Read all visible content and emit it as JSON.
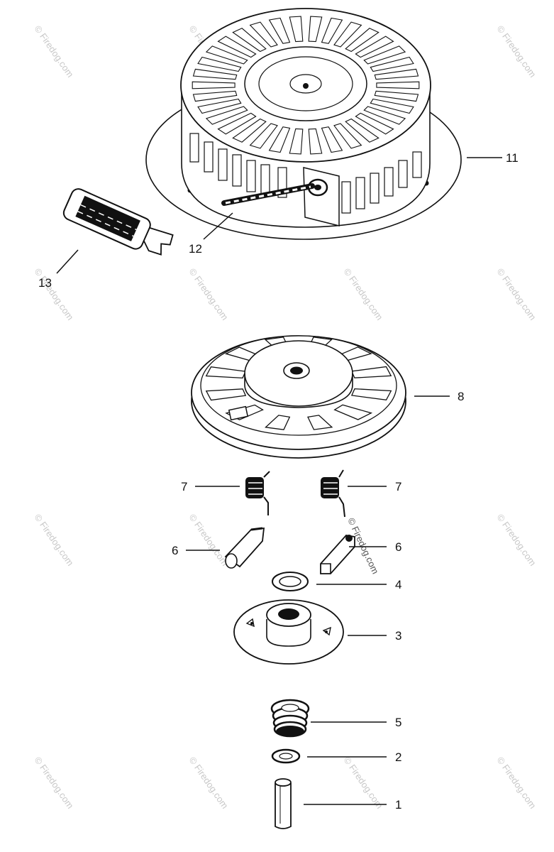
{
  "watermark": "© Firedog.com",
  "callouts": {
    "c11": "11",
    "c12": "12",
    "c13": "13",
    "c8": "8",
    "c7l": "7",
    "c7r": "7",
    "c6l": "6",
    "c6r": "6",
    "c4": "4",
    "c3": "3",
    "c5": "5",
    "c2": "2",
    "c1": "1"
  },
  "colors": {
    "ink": "#111111",
    "paper": "#ffffff",
    "watermark": "#c8c8c8"
  }
}
